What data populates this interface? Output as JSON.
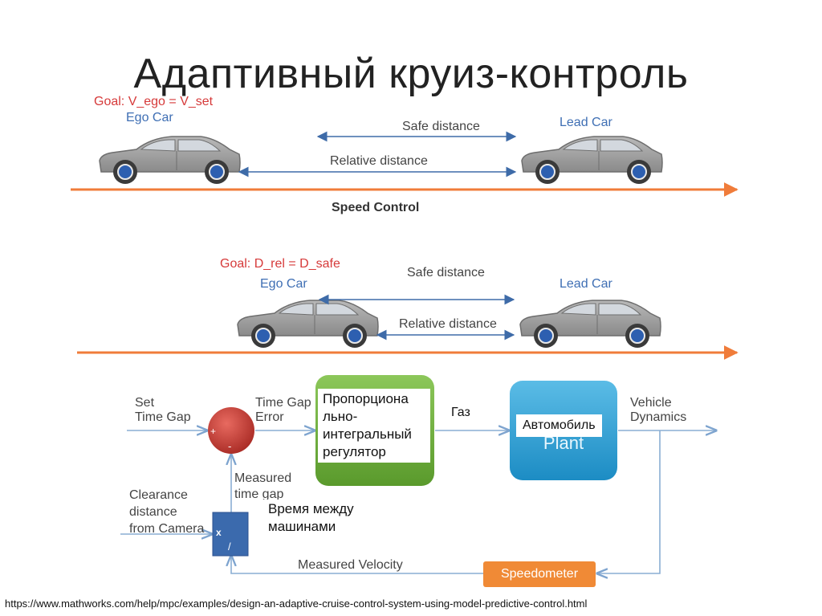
{
  "title": "Адаптивный круиз-контроль",
  "scene1": {
    "goal": "Goal: V_ego = V_set",
    "ego_label": "Ego Car",
    "lead_label": "Lead Car",
    "safe_distance": "Safe distance",
    "relative_distance": "Relative distance",
    "mode": "Speed Control"
  },
  "scene2": {
    "goal": "Goal: D_rel = D_safe",
    "ego_label": "Ego Car",
    "lead_label": "Lead Car",
    "safe_distance": "Safe distance",
    "relative_distance": "Relative distance"
  },
  "block_diagram": {
    "set_time_gap": [
      "Set",
      "Time Gap"
    ],
    "time_gap_error": [
      "Time Gap",
      "Error"
    ],
    "controller": [
      "Пропорциона",
      "льно-",
      "интегральный",
      "регулятор"
    ],
    "gas": "Газ",
    "plant_label": "Plant",
    "plant_overlay": "Автомобиль",
    "vehicle_dynamics": [
      "Vehicle",
      "Dynamics"
    ],
    "plus_sign": "+",
    "minus_sign": "-",
    "measured_time_gap": [
      "Measured",
      "time gap"
    ],
    "time_between_cars": [
      "Время между",
      "машинами"
    ],
    "clearance": [
      "Clearance",
      "distance",
      "from Camera"
    ],
    "divider_x": "x",
    "divider_slash": "/",
    "measured_velocity": "Measured Velocity",
    "speedometer": "Speedometer"
  },
  "source_url": "https://www.mathworks.com/help/mpc/examples/design-an-adaptive-cruise-control-system-using-model-predictive-control.html",
  "colors": {
    "road": "#f07c3a",
    "arrow": "#4a6fa5",
    "plant": "#2b9ed4",
    "controller": "#6fae3e",
    "sum": "#c63c3c",
    "divider": "#3b6aad",
    "speedometer": "#f08a36",
    "flow_line": "#8aaed3"
  }
}
